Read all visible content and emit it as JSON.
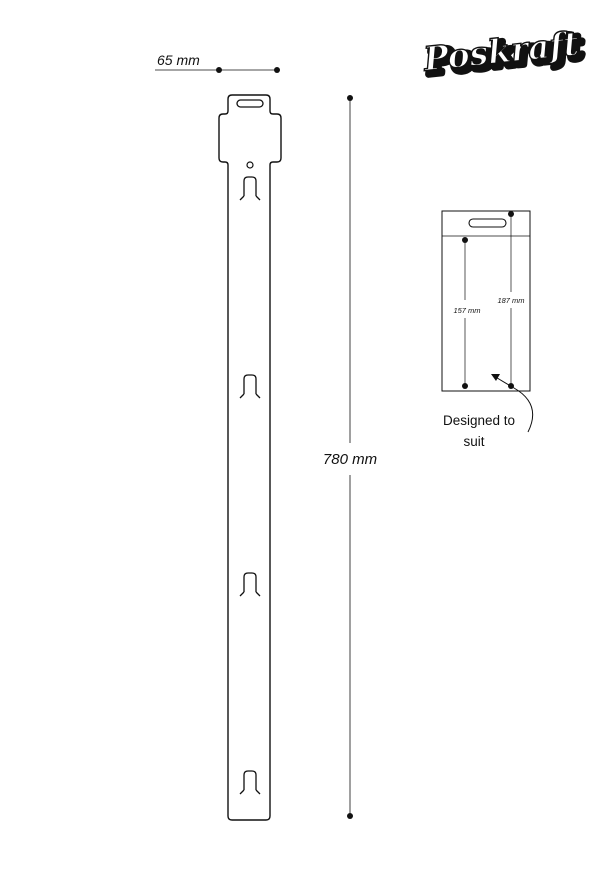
{
  "brand": {
    "logo_text": "Poskraft"
  },
  "strip": {
    "width_label": "65 mm",
    "length_label": "780 mm",
    "hook_count": 4
  },
  "bag_diagram": {
    "inner_length_label": "157 mm",
    "outer_length_label": "187 mm",
    "note_line1": "Designed  to",
    "note_line2": "suit"
  },
  "colors": {
    "line": "#111111",
    "background": "#ffffff"
  }
}
